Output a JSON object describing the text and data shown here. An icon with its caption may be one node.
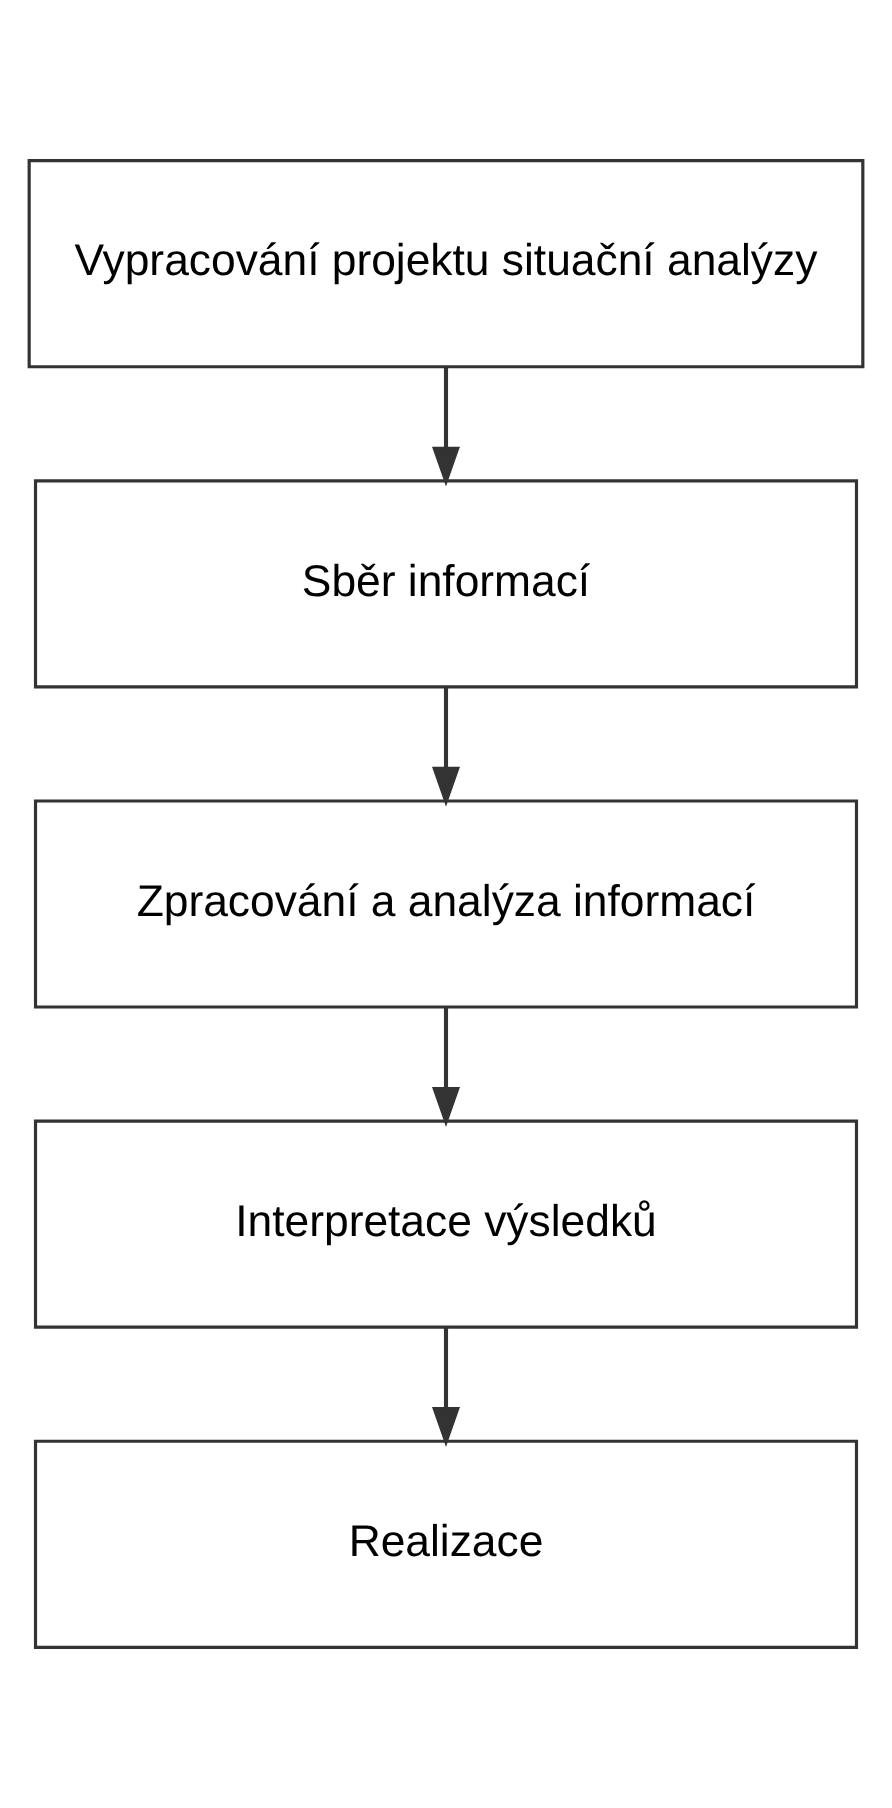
{
  "diagram": {
    "nodes": [
      {
        "text": [
          "Vypracování projektu situační analýzy"
        ]
      },
      {
        "text": [
          "Sběr informací"
        ]
      },
      {
        "text": [
          "Zpracování a analýza informací"
        ]
      },
      {
        "text": [
          "Interpretace výsledků"
        ]
      },
      {
        "text": [
          "Realizace"
        ]
      }
    ],
    "edges": [
      {
        "from": 0,
        "to": 1,
        "arrow": "to"
      },
      {
        "from": 1,
        "to": 2,
        "arrow": "to"
      },
      {
        "from": 2,
        "to": 3,
        "arrow": "to"
      },
      {
        "from": 3,
        "to": 4,
        "arrow": "to"
      }
    ]
  }
}
